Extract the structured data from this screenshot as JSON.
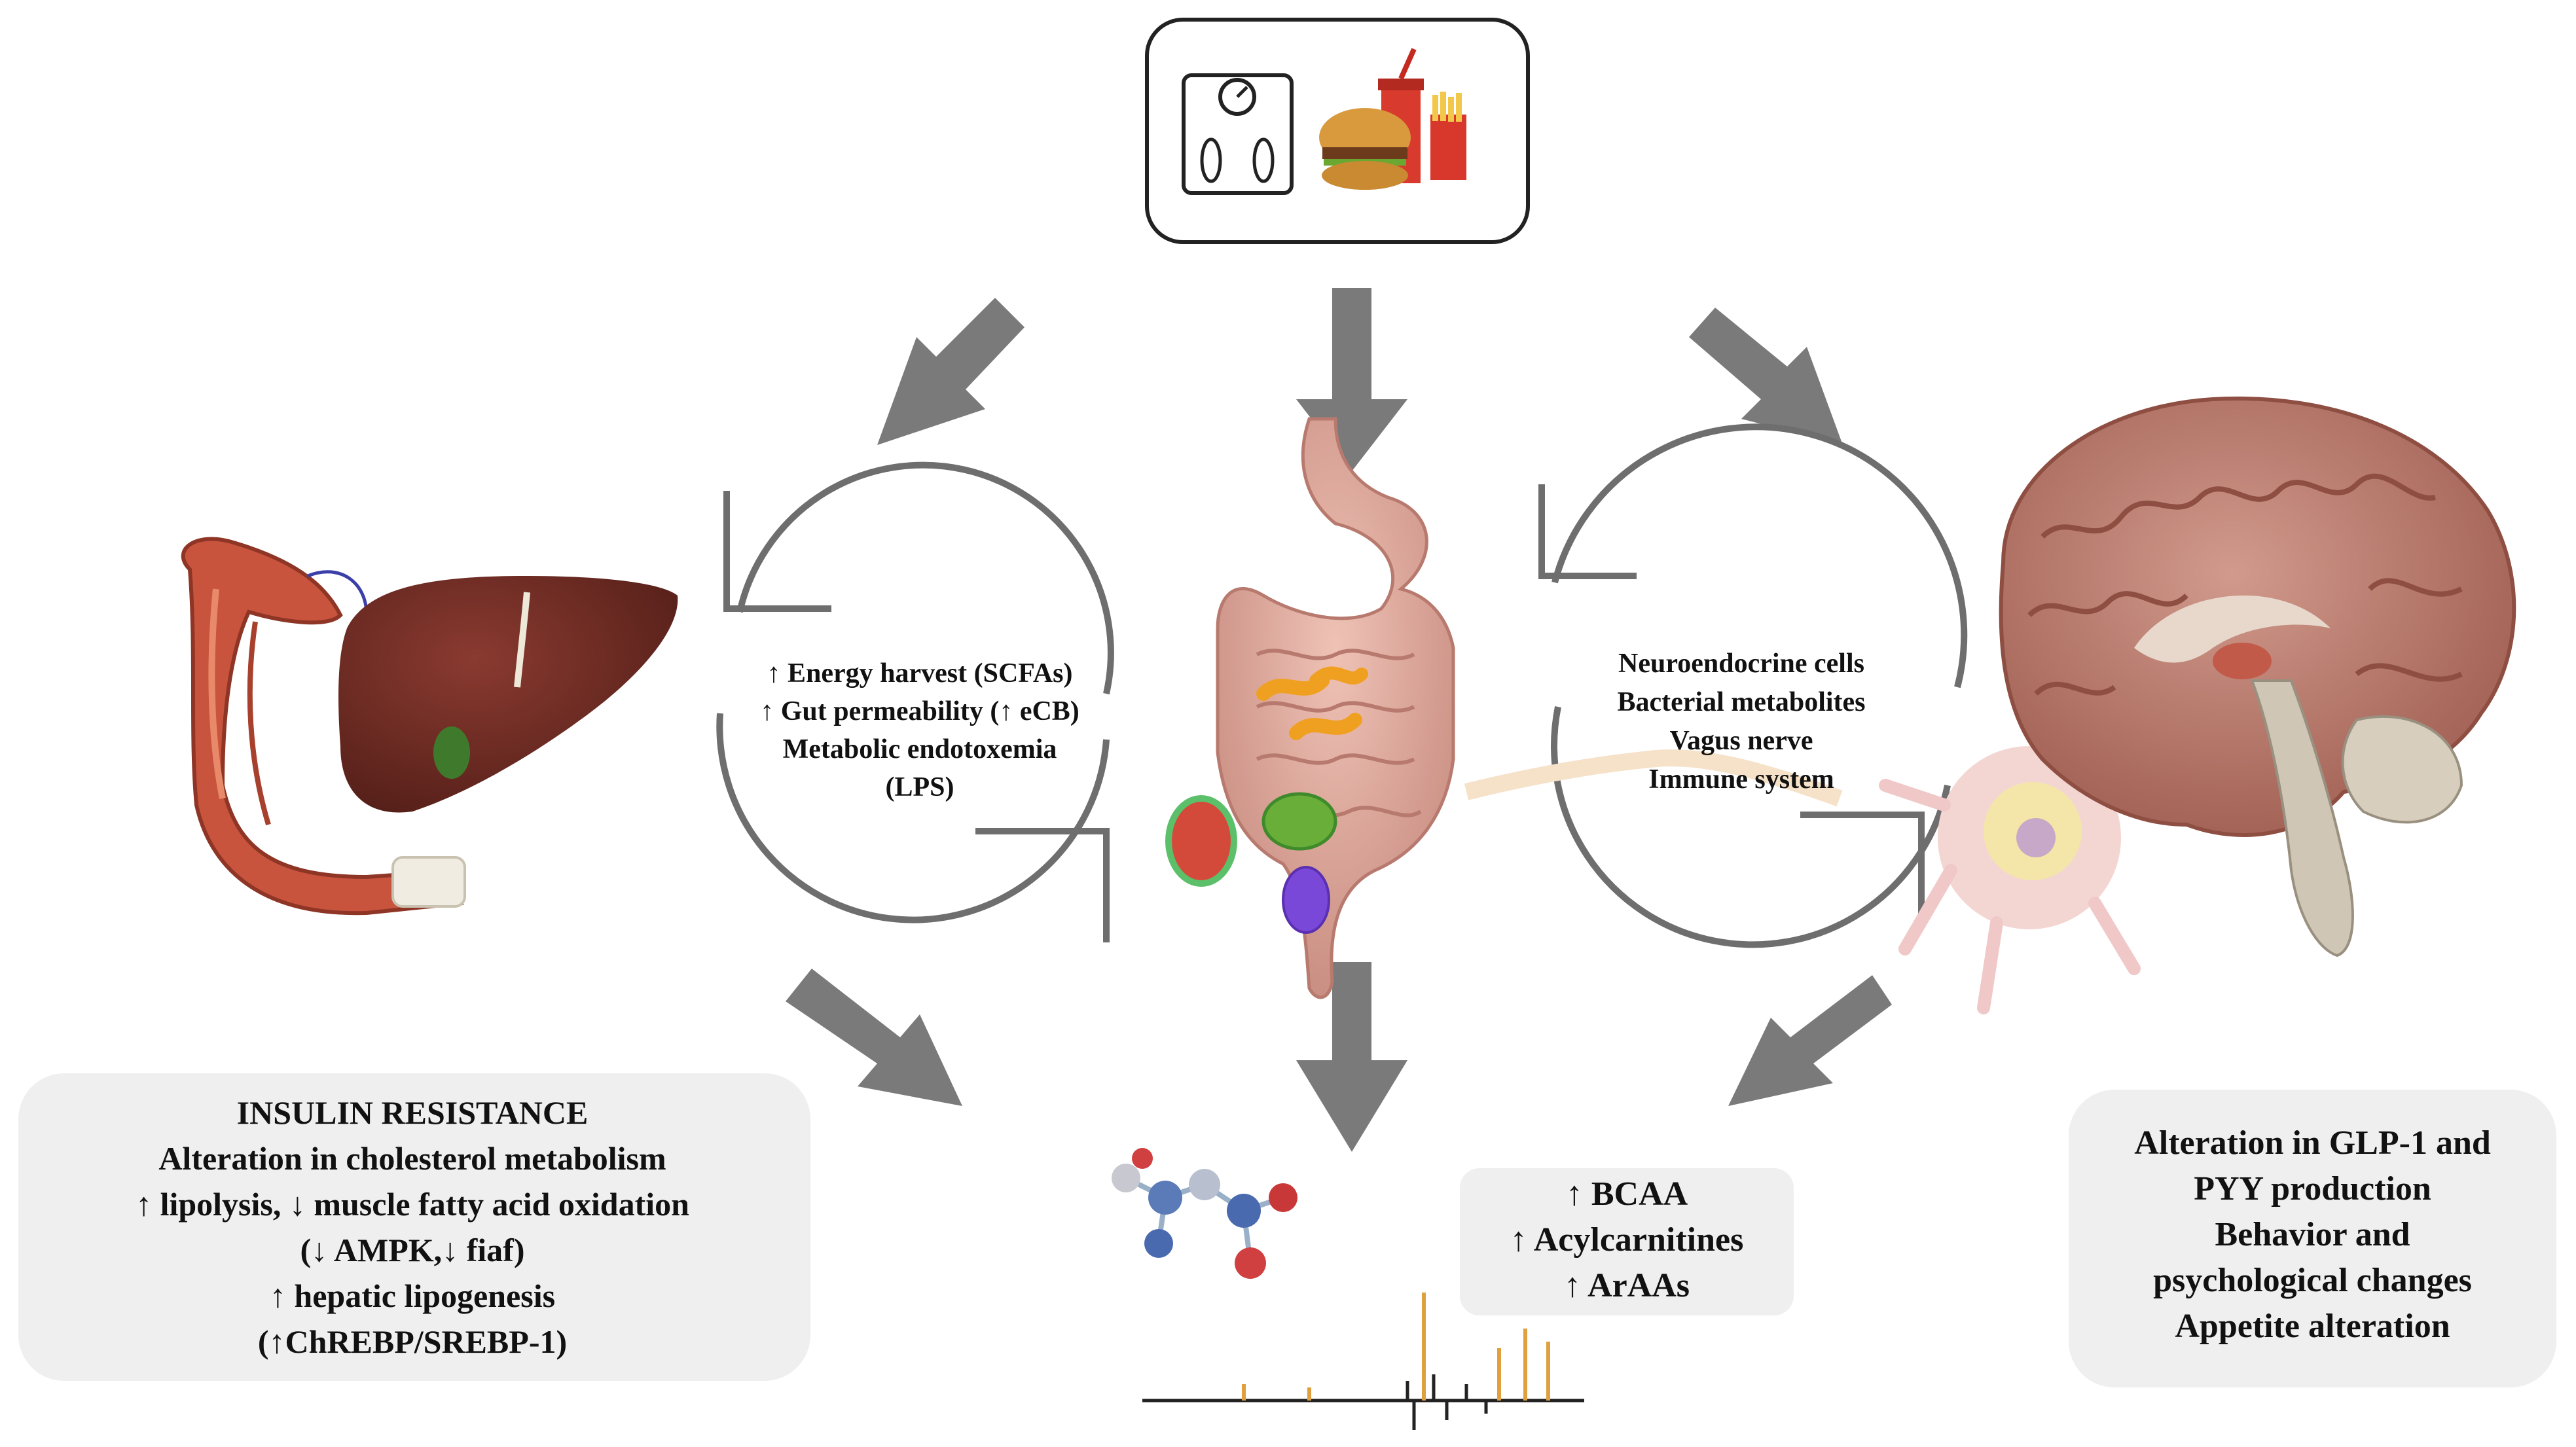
{
  "left_loop": {
    "lines": [
      "↑ Energy harvest  (SCFAs)",
      "↑ Gut permeability (↑ eCB)",
      "Metabolic endotoxemia",
      "(LPS)"
    ]
  },
  "right_loop": {
    "lines": [
      "Neuroendocrine cells",
      "Bacterial metabolites",
      "Vagus nerve",
      "Immune system"
    ]
  },
  "left_box": {
    "lines": [
      "INSULIN RESISTANCE",
      "Alteration in cholesterol metabolism",
      "↑ lipolysis, ↓ muscle fatty acid oxidation",
      "(↓ AMPK,↓ fiaf)",
      "↑ hepatic lipogenesis",
      "(↑ChREBP/SREBP-1)"
    ]
  },
  "center_box": {
    "lines": [
      "↑ BCAA",
      "↑ Acylcarnitines",
      "↑ ArAAs"
    ]
  },
  "right_box": {
    "lines": [
      "Alteration in GLP-1 and",
      "PYY production",
      "Behavior and",
      "psychological changes",
      "Appetite alteration"
    ]
  },
  "icons": [
    "weighing-scale-icon",
    "fast-food-icon",
    "muscle-illustration",
    "liver-illustration",
    "gut-microbiota-illustration",
    "neuron-illustration",
    "brain-illustration",
    "molecule-illustration",
    "spectrum-illustration"
  ],
  "colors": {
    "arrow": "#7a7a7a",
    "loop": "#6e6e6e",
    "box_fill": "#efefef",
    "muscle": "#c9543e",
    "liver": "#6b2a22",
    "gut": "#d8a092",
    "brain": "#b8766a",
    "spectrum_peak": "#e0a040"
  }
}
